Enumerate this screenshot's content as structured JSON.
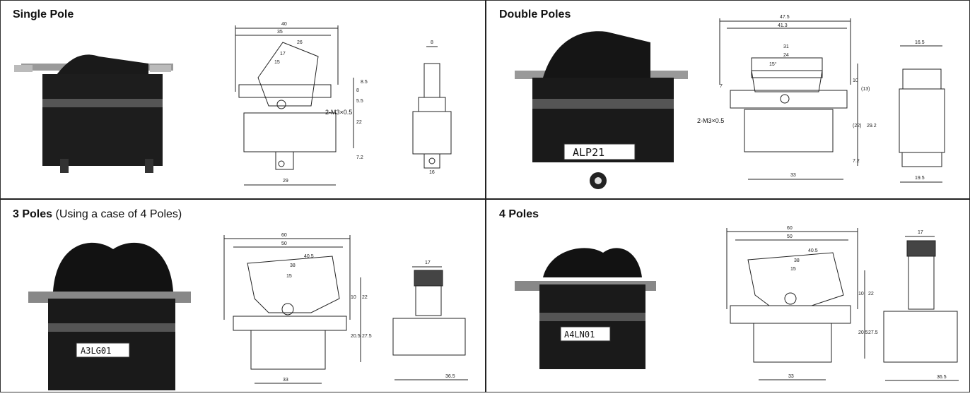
{
  "panels": [
    {
      "title": "Single Pole",
      "subtitle": "",
      "drawing_dims": [
        "40",
        "35",
        "26",
        "17",
        "15",
        "8",
        "8.5",
        "5.5",
        "22",
        "7.2",
        "29",
        "8",
        "16"
      ],
      "callout": "2-M3×0.5",
      "label": ""
    },
    {
      "title": "Double Poles",
      "subtitle": "",
      "drawing_dims": [
        "47.5",
        "41.3",
        "31",
        "24",
        "15°",
        "10",
        "(13)",
        "7",
        "(22)",
        "29.2",
        "7.2",
        "33",
        "16.5",
        "19.5"
      ],
      "callout": "2-M3×0.5",
      "label": "ALP21"
    },
    {
      "title": "3 Poles",
      "subtitle": "(Using a case of 4 Poles)",
      "drawing_dims": [
        "60",
        "50",
        "40.5",
        "38",
        "15",
        "10",
        "22",
        "20.5",
        "27.5",
        "33",
        "17",
        "36.5"
      ],
      "callout": "",
      "label": "A3LG01"
    },
    {
      "title": "4 Poles",
      "subtitle": "",
      "drawing_dims": [
        "60",
        "50",
        "40.5",
        "38",
        "15",
        "10",
        "22",
        "20.5",
        "27.5",
        "33",
        "17",
        "36.5"
      ],
      "callout": "",
      "label": "A4LN01"
    }
  ]
}
